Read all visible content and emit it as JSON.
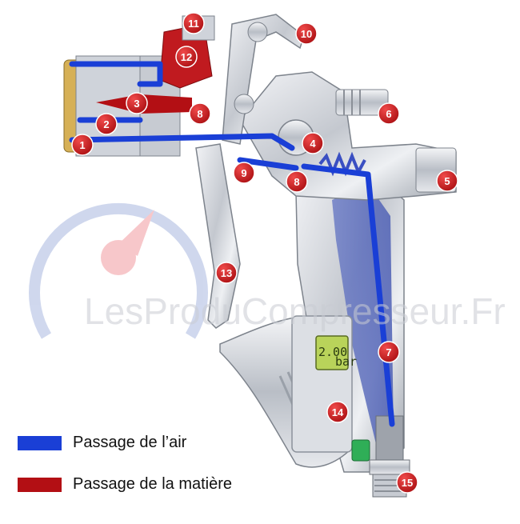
{
  "watermark": {
    "text": "LesProduCompresseur.Fr"
  },
  "display": {
    "reading": "2.00",
    "unit": "bar"
  },
  "legend": [
    {
      "label": "Passage de l’air",
      "color": "#1a3fd6"
    },
    {
      "label": "Passage de la matière",
      "color": "#b30f14"
    }
  ],
  "callouts": [
    "1",
    "2",
    "3",
    "4",
    "5",
    "6",
    "7",
    "8",
    "8",
    "9",
    "10",
    "11",
    "12",
    "13",
    "14",
    "15"
  ],
  "colors": {
    "air": "#1a3fd6",
    "material": "#b30f14",
    "badge": "#c8181c",
    "chrome": "#cfd3da",
    "chrome_dark": "#8e949e",
    "lcd": "#b9d35a",
    "valve_green": "#2fae57"
  }
}
